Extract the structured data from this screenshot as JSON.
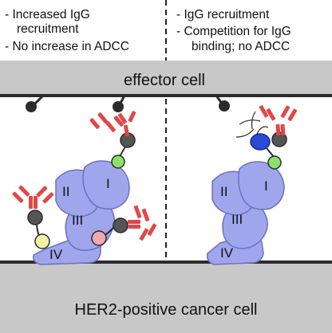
{
  "notes": {
    "left": [
      "- Increased IgG",
      "recruitment",
      "- No increase in ADCC"
    ],
    "right": [
      "- IgG recruitment",
      "- Competition for IgG",
      "binding; no ADCC"
    ]
  },
  "cells": {
    "effector": "effector cell",
    "cancer": "HER2-positive cancer cell"
  },
  "domains": {
    "left": [
      "I",
      "II",
      "III",
      "IV"
    ],
    "right": [
      "I",
      "II",
      "III",
      "IV"
    ]
  },
  "colors": {
    "membrane": "#c8c8c8",
    "receptor_domain": "#9fa6ec",
    "domain_stroke": "#6a72c0",
    "antibody": "#e04848",
    "conjugate_green": "#8fe06a",
    "conjugate_yellow": "#f6f0a0",
    "conjugate_pink": "#f2a8ae",
    "linker_ball": "#555555",
    "blocker": "#2a4ad8"
  }
}
